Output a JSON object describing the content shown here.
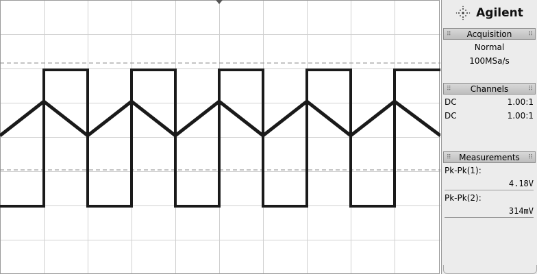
{
  "brand": {
    "name": "Agilent",
    "logo_icon": "agilent-spark-icon"
  },
  "acquisition": {
    "title": "Acquisition",
    "mode": "Normal",
    "sample_rate": "100MSa/s"
  },
  "channels": {
    "title": "Channels",
    "items": [
      {
        "coupling": "DC",
        "probe": "1.00:1"
      },
      {
        "coupling": "DC",
        "probe": "1.00:1"
      }
    ]
  },
  "measurements": {
    "title": "Measurements",
    "items": [
      {
        "label": "Pk-Pk(1):",
        "value": "4.18V"
      },
      {
        "label": "Pk-Pk(2):",
        "value": "314mV"
      }
    ]
  },
  "colors": {
    "trace": "#1a1a1a",
    "grid": "#c8c8c8",
    "panel": "#ececec"
  }
}
